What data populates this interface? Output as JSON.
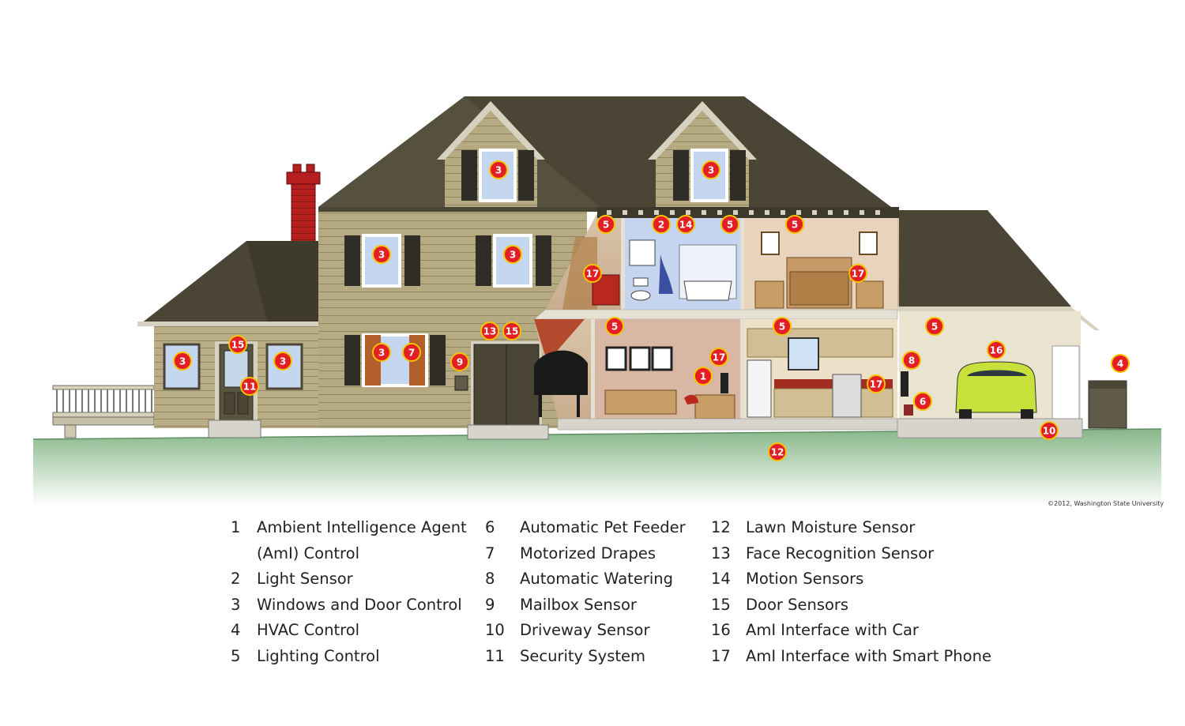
{
  "copyright": "©2012, Washington State University",
  "markers": [
    "3",
    "3",
    "3",
    "3",
    "3",
    "3",
    "3",
    "7",
    "15",
    "11",
    "13",
    "15",
    "9",
    "5",
    "2",
    "14",
    "5",
    "5",
    "17",
    "17",
    "5",
    "5",
    "5",
    "17",
    "1",
    "17",
    "8",
    "16",
    "6",
    "4",
    "10",
    "12"
  ],
  "legend": {
    "col1": [
      {
        "num": "1",
        "text": "Ambient Intelligence Agent"
      },
      {
        "num": "",
        "text": "(AmI) Control"
      },
      {
        "num": "2",
        "text": "Light Sensor"
      },
      {
        "num": "3",
        "text": "Windows and Door Control"
      },
      {
        "num": "4",
        "text": "HVAC Control"
      },
      {
        "num": "5",
        "text": "Lighting Control"
      }
    ],
    "col2": [
      {
        "num": "6",
        "text": "Automatic Pet Feeder"
      },
      {
        "num": "7",
        "text": "Motorized Drapes"
      },
      {
        "num": "8",
        "text": "Automatic Watering"
      },
      {
        "num": "9",
        "text": "Mailbox Sensor"
      },
      {
        "num": "10",
        "text": "Driveway Sensor"
      },
      {
        "num": "11",
        "text": "Security System"
      }
    ],
    "col3": [
      {
        "num": "12",
        "text": "Lawn Moisture Sensor"
      },
      {
        "num": "13",
        "text": "Face Recognition Sensor"
      },
      {
        "num": "14",
        "text": "Motion Sensors"
      },
      {
        "num": "15",
        "text": "Door Sensors"
      },
      {
        "num": "16",
        "text": "AmI Interface with Car"
      },
      {
        "num": "17",
        "text": "AmI Interface with Smart Phone"
      }
    ]
  },
  "colors": {
    "roof": "#4a4535",
    "siding": "#b5aa82",
    "lawn": "#8fbc8f",
    "marker": "#e31e24",
    "chimney": "#b22222",
    "car": "#c8e03a"
  }
}
